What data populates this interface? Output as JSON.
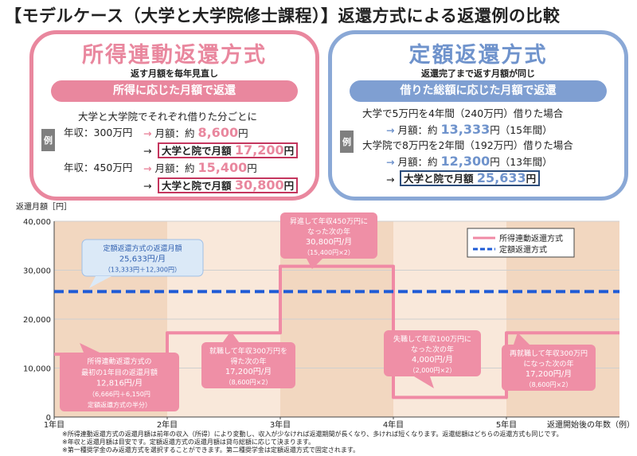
{
  "title": "【モデルケース（大学と大学院修士課程）】返還方式による返還例の比較",
  "left_panel": {
    "title": "所得連動返還方式",
    "subtitle": "返す月額を毎年見直し",
    "pill": "所得に応じた月額で返還",
    "intro": "大学と大学院でそれぞれ借りた分ごとに",
    "example_badge": "例",
    "rows": [
      {
        "income": "年収：300万円",
        "arrow": "→",
        "label": "月額：約",
        "value": "8,600",
        "unit": "円"
      },
      {
        "arrow": "→",
        "label": "大学と院で月額",
        "value": "17,200",
        "unit": "円"
      },
      {
        "income": "年収：450万円",
        "arrow": "→",
        "label": "月額：約",
        "value": "15,400",
        "unit": "円"
      },
      {
        "arrow": "→",
        "label": "大学と院で月額",
        "value": "30,800",
        "unit": "円"
      }
    ]
  },
  "right_panel": {
    "title": "定額返還方式",
    "subtitle": "返還完了まで返す月額が同じ",
    "pill": "借りた総額に応じた月額で返還",
    "example_badge": "例",
    "line1": "大学で5万円を4年間（240万円）借りた場合",
    "line2_arrow": "→",
    "line2_label": "月額：約",
    "line2_value": "13,333",
    "line2_unit": "円（15年間）",
    "line3": "大学院で8万円を2年間（192万円）借りた場合",
    "line4_arrow": "→",
    "line4_label": "月額：約",
    "line4_value": "12,300",
    "line4_unit": "円（13年間）",
    "line5_arrow": "→",
    "line5_label": "大学と院で月額",
    "line5_value": "25,633",
    "line5_unit": "円"
  },
  "colors": {
    "pink": "#e9879e",
    "pink_line": "#f08aa5",
    "blue": "#7f9fd2",
    "dash": "#1f5bd6",
    "band_dark": "#f2d7c0",
    "band_light": "#f9e8da",
    "callout_pink": "#ef8fa6",
    "callout_blue": "#dbe9f7"
  },
  "chart_data": {
    "type": "line",
    "ylabel": "返還月額［円］",
    "xlabel": "返還開始後の年数（例）",
    "ylim": [
      0,
      40000
    ],
    "yticks": [
      "0",
      "10,000",
      "20,000",
      "30,000",
      "40,000"
    ],
    "xlim": [
      1,
      6
    ],
    "xticks": [
      "1年目",
      "2年目",
      "3年目",
      "4年目",
      "5年目"
    ],
    "series": [
      {
        "name": "所得連動返還方式",
        "style": "solid",
        "color": "#f08aa5",
        "x": [
          1.0,
          2.0,
          2.0,
          3.0,
          3.0,
          4.0,
          4.0,
          5.0,
          5.0,
          6.0
        ],
        "y": [
          12816,
          12816,
          17200,
          17200,
          30800,
          30800,
          4000,
          4000,
          17200,
          17200
        ]
      },
      {
        "name": "定額返還方式",
        "style": "dashed",
        "color": "#1f5bd6",
        "x": [
          1.0,
          6.0
        ],
        "y": [
          25633,
          25633
        ]
      }
    ],
    "annotations": [
      {
        "id": "fixed",
        "lines": [
          "定額返還方式の返還月額",
          "25,633円/月",
          "（13,333円＋12,300円）"
        ]
      },
      {
        "id": "y1",
        "lines": [
          "所得連動返還方式の",
          "最初の1年目の返還月額",
          "12,816円/月",
          "（6,666円＋6,150円",
          "定額返還方式の半分）"
        ]
      },
      {
        "id": "y2",
        "lines": [
          "就職して年収300万円を",
          "得た次の年",
          "17,200円/月",
          "（8,600円×2）"
        ]
      },
      {
        "id": "y3",
        "lines": [
          "昇進して年収450万円に",
          "なった次の年",
          "30,800円/月",
          "（15,400円×2）"
        ]
      },
      {
        "id": "y4",
        "lines": [
          "失職して年収100万円に",
          "なった次の年",
          "4,000円/月",
          "（2,000円×2）"
        ]
      },
      {
        "id": "y5",
        "lines": [
          "再就職して年収300万円",
          "になった次の年",
          "17,200円/月",
          "（8,600円×2）"
        ]
      }
    ]
  },
  "footnotes": [
    "※所得連動返還方式の返還月額は前年の収入（所得）により変動し、収入が少なければ返還期間が長くなり、多ければ短くなります。返還総額はどちらの返還方式も同じです。",
    "※年収と返還月額は目安です。定額返還方式の返還月額は貸与総額に応じて決まります。",
    "※第一種奨学金のみ返還方式を選択することができます。第二種奨学金は定額返還方式で固定されます。"
  ]
}
